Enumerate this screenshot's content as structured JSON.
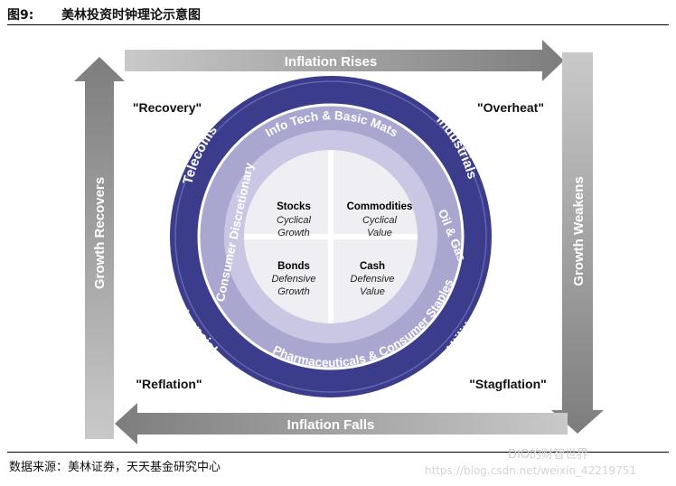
{
  "header": {
    "figure_number": "图9:",
    "title": "美林投资时钟理论示意图"
  },
  "arrows": {
    "top": "Inflation Rises",
    "right": "Growth Weakens",
    "bottom": "Inflation Falls",
    "left": "Growth Recovers"
  },
  "phases": {
    "top_left": "\"Recovery\"",
    "top_right": "\"Overheat\"",
    "bottom_left": "\"Reflation\"",
    "bottom_right": "\"Stagflation\""
  },
  "outer_ring": {
    "telecoms": "Telecoms",
    "industrials": "Industrials",
    "utilities": "Utilities",
    "financials": "Financials"
  },
  "inner_ring": {
    "info_tech": "Info Tech & Basic Mats",
    "oil_gas": "Oil & Gas",
    "pharma": "Pharmaceuticals & Consumer Staples",
    "consumer_disc": "Consumer Discretionary"
  },
  "quadrants": {
    "stocks": {
      "title": "Stocks",
      "line1": "Cyclical",
      "line2": "Growth"
    },
    "commodities": {
      "title": "Commodities",
      "line1": "Cyclical",
      "line2": "Value"
    },
    "bonds": {
      "title": "Bonds",
      "line1": "Defensive",
      "line2": "Growth"
    },
    "cash": {
      "title": "Cash",
      "line1": "Defensive",
      "line2": "Value"
    }
  },
  "colors": {
    "outer_ring": "#3b3c8c",
    "inner_ring": "#a9a6cf",
    "center": "#efeff3",
    "arrow": "#8e8e8e"
  },
  "footer": {
    "source": "数据来源：美林证券，天天基金研究中心",
    "watermark": "DIO的财智世界",
    "url": "https://blog.csdn.net/weixin_42219751"
  }
}
